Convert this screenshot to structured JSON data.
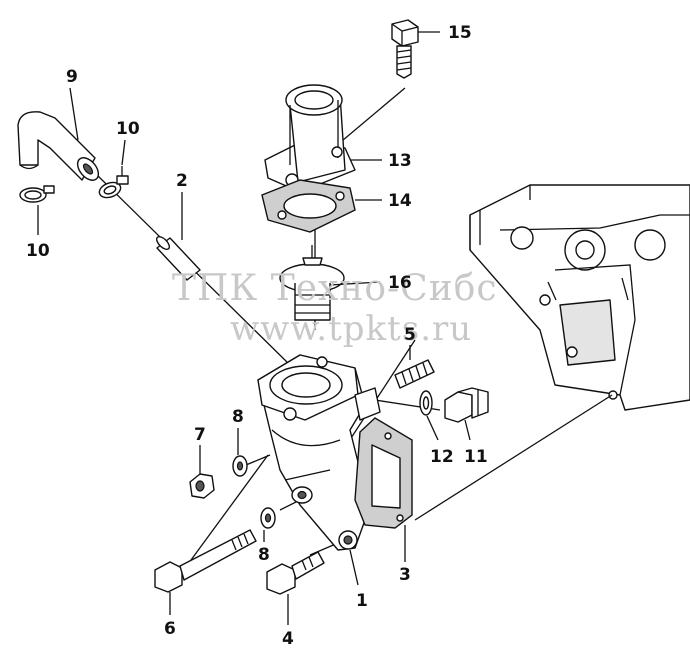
{
  "watermark": {
    "line1": "ТПК Техно-Сибс",
    "line2": "www.tpkts.ru"
  },
  "callouts": {
    "c15": "15",
    "c9": "9",
    "c10a": "10",
    "c2": "2",
    "c13": "13",
    "c14": "14",
    "c10b": "10",
    "c16": "16",
    "c5": "5",
    "c7": "7",
    "c8a": "8",
    "c12": "12",
    "c11": "11",
    "c8b": "8",
    "c1": "1",
    "c3": "3",
    "c6": "6",
    "c4": "4"
  }
}
